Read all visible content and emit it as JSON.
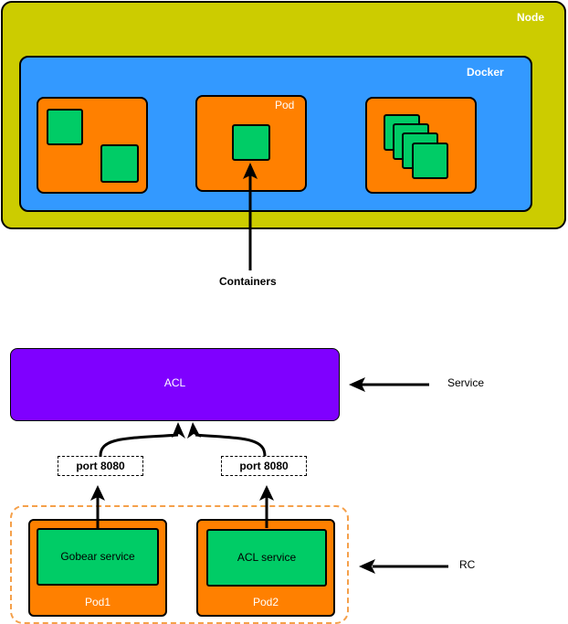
{
  "top_diagram": {
    "node_label": "Node",
    "docker_label": "Docker",
    "pod_label": "Pod",
    "containers_label": "Containers"
  },
  "bottom_diagram": {
    "acl_label": "ACL",
    "service_label": "Service",
    "rc_label": "RC",
    "ports": [
      "port 8080",
      "port 8080"
    ],
    "pods": [
      {
        "service": "Gobear service",
        "name": "Pod1"
      },
      {
        "service": "ACL service",
        "name": "Pod2"
      }
    ]
  },
  "colors": {
    "node": "#cccc00",
    "docker": "#3399ff",
    "pod": "#ff8000",
    "container": "#00cc66",
    "acl": "#7f00ff",
    "rc_border": "#f5a04a"
  }
}
